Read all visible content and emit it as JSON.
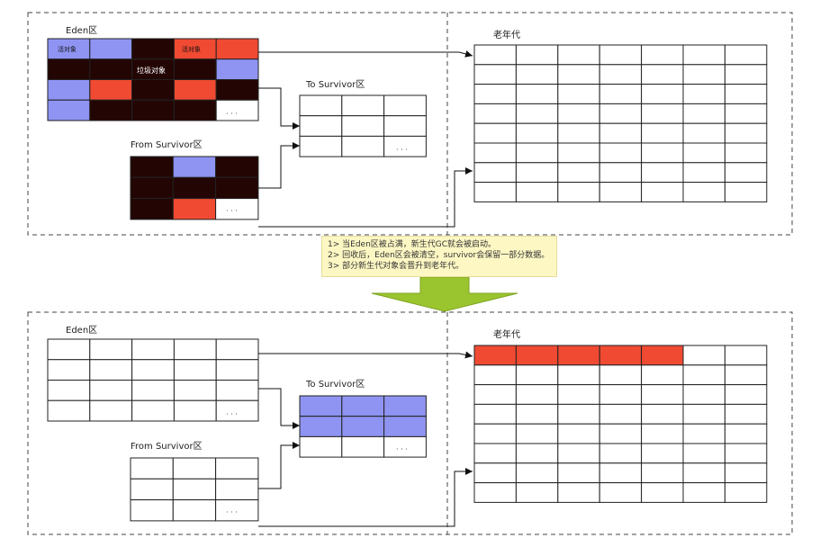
{
  "colors": {
    "live": "#8f94f2",
    "promoted": "#f04a33",
    "garbage": "#230604",
    "empty": "#ffffff"
  },
  "before": {
    "eden": {
      "label": "Eden区",
      "cells": [
        [
          "live",
          "live",
          "garbage",
          "promoted",
          "promoted"
        ],
        [
          "garbage",
          "garbage",
          "garbage",
          "garbage",
          "live"
        ],
        [
          "live",
          "promoted",
          "garbage",
          "promoted",
          "garbage"
        ],
        [
          "live",
          "garbage",
          "garbage",
          "garbage",
          "empty"
        ]
      ],
      "cell_labels": [
        "活对象",
        "垃圾对象",
        "活对象"
      ],
      "ellipsis": "· · ·"
    },
    "to_survivor": {
      "label": "To Survivor区",
      "cells": [
        [
          "empty",
          "empty",
          "empty"
        ],
        [
          "empty",
          "empty",
          "empty"
        ],
        [
          "empty",
          "empty",
          "empty"
        ]
      ],
      "ellipsis": "· · ·"
    },
    "from_survivor": {
      "label": "From Survivor区",
      "cells": [
        [
          "garbage",
          "live",
          "garbage"
        ],
        [
          "garbage",
          "garbage",
          "garbage"
        ],
        [
          "garbage",
          "promoted",
          "empty"
        ]
      ],
      "ellipsis": "· · ·"
    },
    "old": {
      "label": "老年代",
      "rows": 8,
      "cols": 7
    }
  },
  "note": {
    "lines": [
      "1> 当Eden区被占满，新生代GC就会被启动。",
      "2> 回收后，Eden区会被清空，survivor会保留一部分数据。",
      "3> 部分新生代对象会晋升到老年代。"
    ]
  },
  "after": {
    "eden": {
      "label": "Eden区",
      "rows": 4,
      "cols": 5,
      "ellipsis": "· · ·"
    },
    "to_survivor": {
      "label": "To Survivor区",
      "cells": [
        [
          "live",
          "live",
          "live"
        ],
        [
          "live",
          "live",
          "live"
        ],
        [
          "empty",
          "empty",
          "empty"
        ]
      ],
      "ellipsis": "· · ·"
    },
    "from_survivor": {
      "label": "From Survivor区",
      "rows": 3,
      "cols": 3,
      "ellipsis": "· · ·"
    },
    "old": {
      "label": "老年代",
      "rows": 8,
      "cols": 7,
      "promoted_count": 5
    }
  }
}
